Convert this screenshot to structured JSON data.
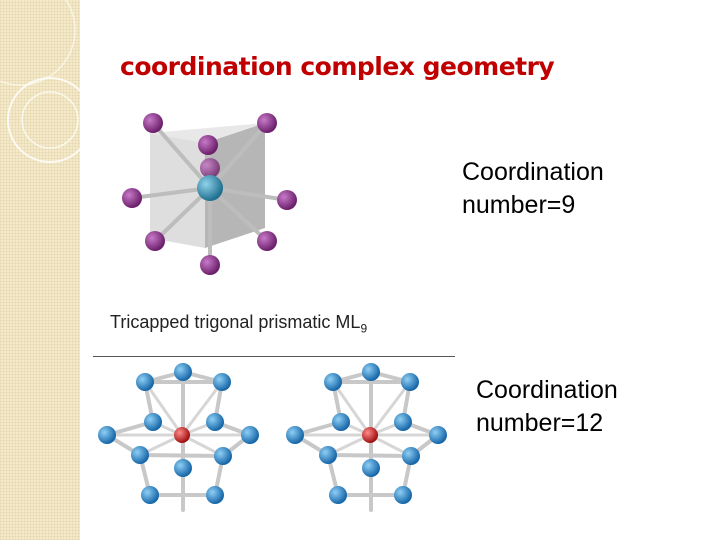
{
  "slide": {
    "title": "coordination complex geometry",
    "cn9_line1": "Coordination",
    "cn9_line2": "number=9",
    "caption_main": "Tricapped trigonal prismatic ML",
    "caption_sub": "9",
    "cn12_line1": "Coordination",
    "cn12_line2": "number=12"
  },
  "colors": {
    "title": "#c00000",
    "ligand_purple": "#8e2a8e",
    "central_teal": "#3b9ec2",
    "ligand_blue": "#2a8fd0",
    "central_red": "#cc1f1f",
    "side_band": "#f4e9c8"
  }
}
